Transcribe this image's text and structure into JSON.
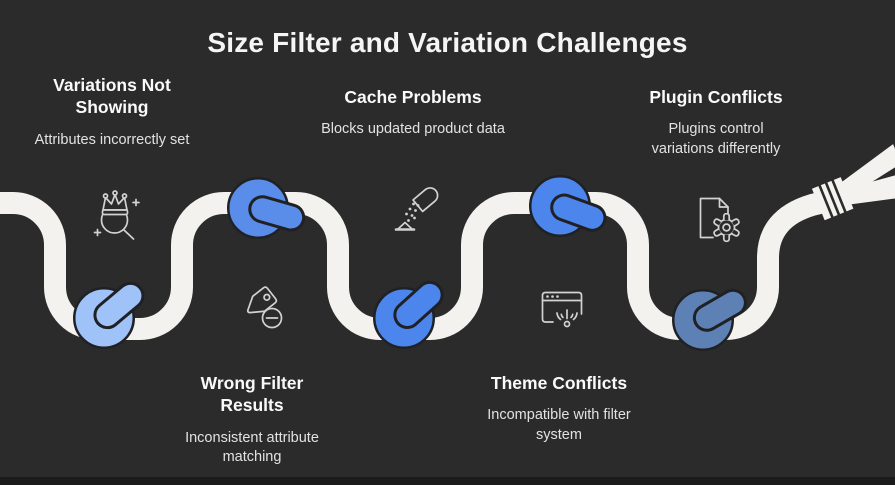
{
  "title": "Size Filter and Variation Challenges",
  "items": [
    {
      "heading": "Variations Not Showing",
      "description": "Attributes incorrectly set",
      "icon": "crown-search-icon"
    },
    {
      "heading": "Cache Problems",
      "description": "Blocks updated product data",
      "icon": "capsule-spill-icon"
    },
    {
      "heading": "Plugin Conflicts",
      "description": "Plugins control variations differently",
      "icon": "document-gear-icon"
    },
    {
      "heading": "Wrong Filter Results",
      "description": "Inconsistent attribute matching",
      "icon": "tag-minus-icon"
    },
    {
      "heading": "Theme Conflicts",
      "description": "Incompatible with filter system",
      "icon": "browser-error-icon"
    }
  ],
  "knots": [
    {
      "label": "knot-variations-not-showing",
      "color": "#9fc2f8"
    },
    {
      "label": "knot-wrong-filter-results",
      "color": "#5a8ce9"
    },
    {
      "label": "knot-cache-problems",
      "color": "#4c86ec"
    },
    {
      "label": "knot-theme-conflicts",
      "color": "#4c86ec"
    },
    {
      "label": "knot-plugin-conflicts",
      "color": "#5d81b5"
    }
  ],
  "colors": {
    "background": "#2b2b2c",
    "rope": "#f3f2ef",
    "knot_outline": "#202124",
    "heading_text": "#fafafa",
    "body_text": "#e2e2e2"
  }
}
